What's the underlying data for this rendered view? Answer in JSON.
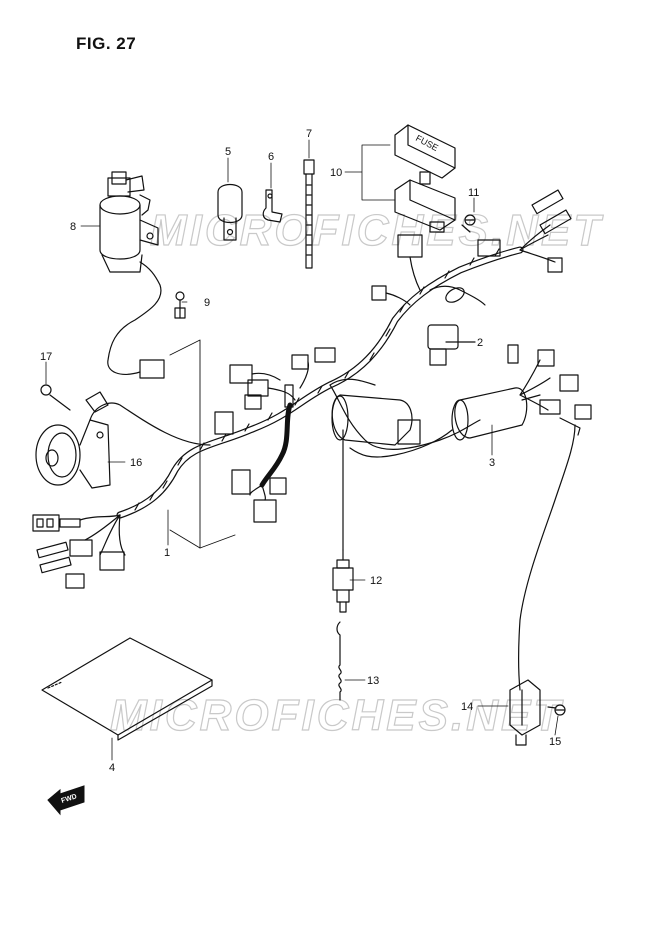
{
  "figure": {
    "title": "FIG. 27"
  },
  "watermark": {
    "text_top": "MICROFICHES.NET",
    "text_bottom": "MICROFICHES.NET"
  },
  "fuse_cover_text": "FUSE",
  "fwd_arrow_text": "FWD",
  "callouts": [
    {
      "id": "1",
      "label": "1"
    },
    {
      "id": "2",
      "label": "2"
    },
    {
      "id": "3",
      "label": "3"
    },
    {
      "id": "4",
      "label": "4"
    },
    {
      "id": "5",
      "label": "5"
    },
    {
      "id": "6",
      "label": "6"
    },
    {
      "id": "7",
      "label": "7"
    },
    {
      "id": "8",
      "label": "8"
    },
    {
      "id": "9",
      "label": "9"
    },
    {
      "id": "10",
      "label": "10"
    },
    {
      "id": "11",
      "label": "11"
    },
    {
      "id": "12",
      "label": "12"
    },
    {
      "id": "13",
      "label": "13"
    },
    {
      "id": "14",
      "label": "14"
    },
    {
      "id": "15",
      "label": "15"
    },
    {
      "id": "16",
      "label": "16"
    },
    {
      "id": "17",
      "label": "17"
    }
  ]
}
